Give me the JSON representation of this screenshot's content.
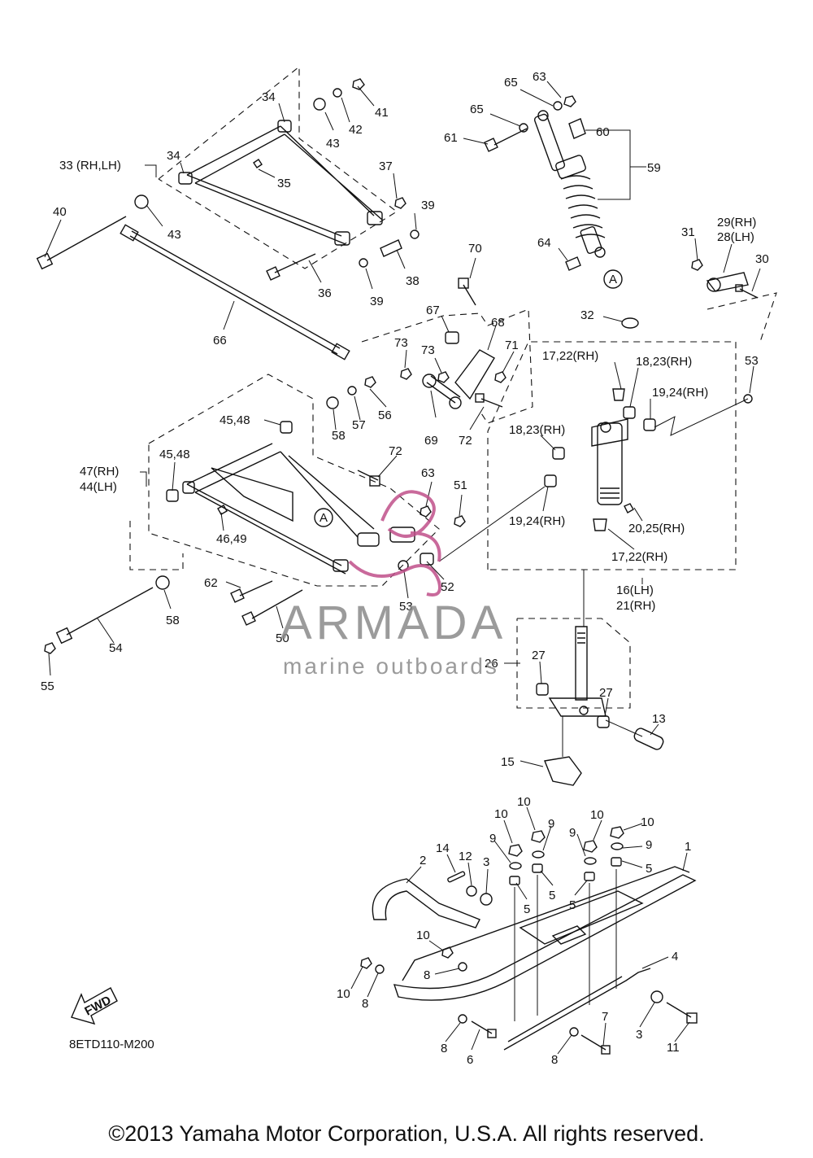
{
  "diagram_code": "8ETD110-M200",
  "fwd_label": "FWD",
  "copyright": "©2013 Yamaha Motor Corporation, U.S.A. All rights reserved.",
  "watermark": {
    "brand": "ARMADA",
    "tagline": "marine outboards",
    "accent": "#c0508a",
    "color": "#8a8a8a"
  },
  "callout_ref": "A",
  "parts": {
    "p1": "1",
    "p2": "2",
    "p3a": "3",
    "p3b": "3",
    "p4": "4",
    "p5a": "5",
    "p5b": "5",
    "p5c": "5",
    "p5d": "5",
    "p6": "6",
    "p7": "7",
    "p8a": "8",
    "p8b": "8",
    "p8c": "8",
    "p8d": "8",
    "p9a": "9",
    "p9b": "9",
    "p9c": "9",
    "p9d": "9",
    "p10a": "10",
    "p10b": "10",
    "p10c": "10",
    "p10d": "10",
    "p10e": "10",
    "p10f": "10",
    "p11": "11",
    "p12": "12",
    "p13": "13",
    "p14": "14",
    "p15": "15",
    "p16": "16(LH)",
    "p21": "21(RH)",
    "p17a": "17,22(RH)",
    "p17b": "17,22(RH)",
    "p18a": "18,23(RH)",
    "p18b": "18,23(RH)",
    "p19a": "19,24(RH)",
    "p19b": "19,24(RH)",
    "p20": "20,25(RH)",
    "p26": "26",
    "p27a": "27",
    "p27b": "27",
    "p28": "28(LH)",
    "p29": "29(RH)",
    "p30": "30",
    "p31": "31",
    "p32": "32",
    "p33": "33 (RH,LH)",
    "p34a": "34",
    "p34b": "34",
    "p35": "35",
    "p36": "36",
    "p37": "37",
    "p38": "38",
    "p39a": "39",
    "p39b": "39",
    "p40": "40",
    "p41": "41",
    "p42": "42",
    "p43a": "43",
    "p43b": "43",
    "p44": "44(LH)",
    "p47": "47(RH)",
    "p45a": "45,48",
    "p45b": "45,48",
    "p46": "46,49",
    "p50": "50",
    "p51": "51",
    "p52": "52",
    "p53a": "53",
    "p53b": "53",
    "p54": "54",
    "p55": "55",
    "p56": "56",
    "p57": "57",
    "p58a": "58",
    "p58b": "58",
    "p59": "59",
    "p60": "60",
    "p61": "61",
    "p62": "62",
    "p63a": "63",
    "p63b": "63",
    "p64": "64",
    "p65a": "65",
    "p65b": "65",
    "p66": "66",
    "p67": "67",
    "p68": "68",
    "p69": "69",
    "p70": "70",
    "p71": "71",
    "p72a": "72",
    "p72b": "72",
    "p73a": "73",
    "p73b": "73"
  }
}
